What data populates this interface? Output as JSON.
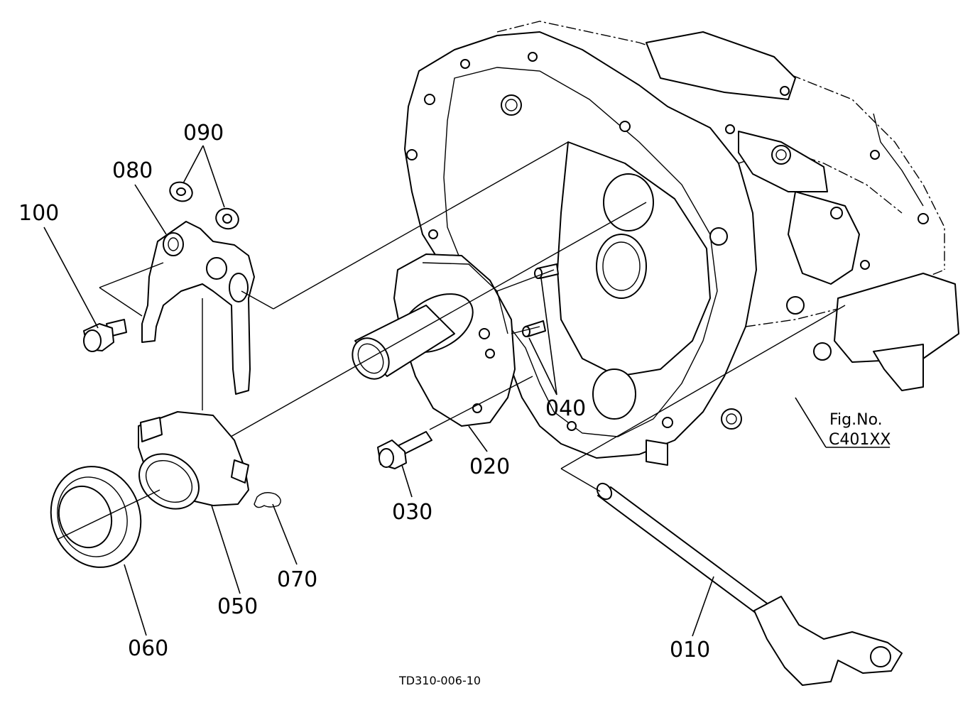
{
  "drawing": {
    "document_id": "TD310-006-10",
    "figure_label": "Fig.No.",
    "figure_number": "C401XX"
  },
  "callouts": [
    {
      "id": "010",
      "label": "010"
    },
    {
      "id": "020",
      "label": "020"
    },
    {
      "id": "030",
      "label": "030"
    },
    {
      "id": "040",
      "label": "040"
    },
    {
      "id": "050",
      "label": "050"
    },
    {
      "id": "060",
      "label": "060"
    },
    {
      "id": "070",
      "label": "070"
    },
    {
      "id": "080",
      "label": "080"
    },
    {
      "id": "090",
      "label": "090"
    },
    {
      "id": "100",
      "label": "100"
    }
  ]
}
